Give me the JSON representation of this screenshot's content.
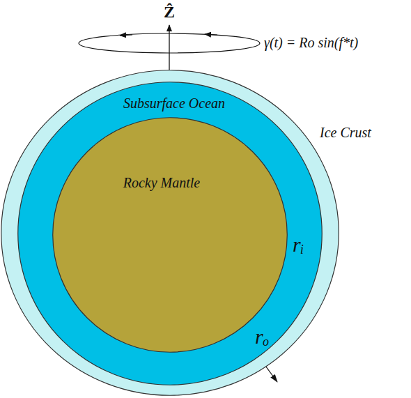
{
  "diagram": {
    "nodes": [
      {
        "text": [
          "Ice Crust"
        ]
      },
      {
        "text": [
          "Subsurface Ocean"
        ],
        "in": 0
      },
      {
        "text": [
          "Rocky Mantle"
        ],
        "in": 1
      }
    ],
    "labels": [
      "Ẑ",
      "γ(t) = Ro sin(f*t)",
      "rᵢ",
      "rₒ"
    ]
  }
}
